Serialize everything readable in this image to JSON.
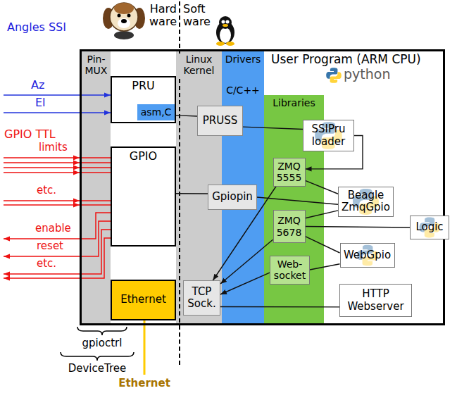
{
  "diagram": {
    "nodes": [
      {
        "text": [
          "User Program (ARM CPU)"
        ]
      },
      {
        "text": [
          "Pin- MUX"
        ],
        "in": 0
      },
      {
        "text": [
          "PRU"
        ],
        "in": 0
      },
      {
        "text": [
          "asm,C"
        ],
        "in": 2
      },
      {
        "text": [
          "GPIO"
        ],
        "in": 0
      },
      {
        "text": [
          "Ethernet"
        ],
        "in": 0
      },
      {
        "text": [
          "Linux Kernel"
        ],
        "in": 0
      },
      {
        "text": [
          "Drivers",
          "C/C++"
        ],
        "in": 0
      },
      {
        "text": [
          "Libraries"
        ],
        "in": 0
      },
      {
        "text": [
          "PRUSS"
        ],
        "in": 0
      },
      {
        "text": [
          "Gpiopin"
        ],
        "in": 0
      },
      {
        "text": [
          "TCP Sock."
        ],
        "in": 0
      },
      {
        "text": [
          "ZMQ 5555"
        ],
        "in": 0
      },
      {
        "text": [
          "ZMQ 5678"
        ],
        "in": 0
      },
      {
        "text": [
          "Web- socket"
        ],
        "in": 0
      },
      {
        "text": [
          "SSIPru loader"
        ],
        "in": 0
      },
      {
        "text": [
          "Beagle ZmqGpio"
        ],
        "in": 0
      },
      {
        "text": [
          "Logic"
        ],
        "in": 0
      },
      {
        "text": [
          "WebGpio"
        ],
        "in": 0
      },
      {
        "text": [
          "HTTP Webserver"
        ],
        "in": 0
      }
    ],
    "edges": [
      {
        "from": 3,
        "to": 9,
        "arrow": "none"
      },
      {
        "from": 9,
        "to": 15,
        "arrow": "none"
      },
      {
        "from": 15,
        "to": 12,
        "arrow": "to"
      },
      {
        "from": 4,
        "to": 10,
        "arrow": "none"
      },
      {
        "from": 10,
        "to": 16,
        "arrow": "none"
      },
      {
        "from": 12,
        "to": 16,
        "arrow": "none"
      },
      {
        "from": 13,
        "to": 16,
        "arrow": "none"
      },
      {
        "from": 13,
        "to": 17,
        "arrow": "none"
      },
      {
        "from": 13,
        "to": 18,
        "arrow": "none"
      },
      {
        "from": 14,
        "to": 18,
        "arrow": "none"
      },
      {
        "from": 12,
        "to": 11,
        "arrow": "to"
      },
      {
        "from": 13,
        "to": 11,
        "arrow": "to"
      },
      {
        "from": 14,
        "to": 11,
        "arrow": "to"
      },
      {
        "from": 11,
        "to": 19,
        "arrow": "none"
      }
    ],
    "labels": [
      "Hard ware",
      "Soft ware",
      "Angles SSI",
      "Az",
      "El",
      "GPIO TTL",
      "limits",
      "etc.",
      "enable",
      "reset",
      "etc.",
      "python",
      "gpioctrl",
      "DeviceTree",
      "Ethernet"
    ]
  }
}
